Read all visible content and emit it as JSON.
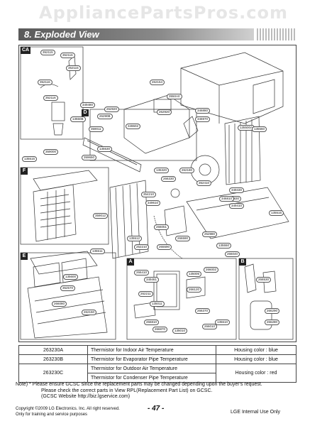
{
  "watermark": "AppliancePartsPros.com",
  "section_title": "8. Exploded View",
  "section_labels": {
    "ca": "CA",
    "d": "D",
    "f": "F",
    "e": "E",
    "a": "A",
    "b": "B"
  },
  "callouts": [
    "352115",
    "352116",
    "352115",
    "352116",
    "352116",
    "262154",
    "3550A0",
    "349480",
    "262920",
    "26290B",
    "13550B",
    "349602",
    "359011",
    "135515",
    "359000",
    "359650",
    "262920",
    "135530",
    "346880",
    "346970",
    "135500A",
    "135560",
    "349430",
    "352830",
    "349410",
    "135515",
    "354210",
    "349610",
    "135320",
    "266330",
    "262180",
    "352410",
    "346810",
    "359012",
    "135511",
    "135512",
    "252210",
    "265590",
    "266590",
    "252980",
    "135550",
    "266040",
    "266051",
    "135600",
    "352570",
    "266080",
    "262150",
    "266410",
    "349461",
    "135005",
    "266002",
    "266120",
    "262211",
    "135011",
    "266810",
    "266870",
    "135010",
    "266370",
    "266010",
    "135610",
    "266530",
    "266290",
    "266280"
  ],
  "table": {
    "rows": [
      {
        "part": "263230A",
        "desc": "Thermistor for Indoor Air Temperature",
        "housing": "Housing color : blue"
      },
      {
        "part": "263230B",
        "desc": "Thermistor for Evaporator Pipe Temperature",
        "housing": "Housing color : blue"
      },
      {
        "part": "263230C",
        "desc1": "Thermistor for Outdoor Air Temperature",
        "desc2": "Thermistor for Condenser Pipe Temperature",
        "housing": "Housing color : red"
      }
    ]
  },
  "note": {
    "line1": "Note) * Please ensure GCSC since the replacement parts may be changed depending upon the buyer's request.",
    "line2": "Please check  the correct parts in View RPL(Replacement Part List) on GCSC.",
    "line3": "(GCSC Website  http://biz.lgservice.com)"
  },
  "footer": {
    "copyright": "Copyright ©2009 LG Electronics. Inc. All right reserved.",
    "usage": "Only for training and service purposes",
    "page": "- 47 -",
    "internal": "LGE Internal Use Only"
  },
  "colors": {
    "frame": "#444444",
    "header_bar": "#6e6e6e"
  }
}
